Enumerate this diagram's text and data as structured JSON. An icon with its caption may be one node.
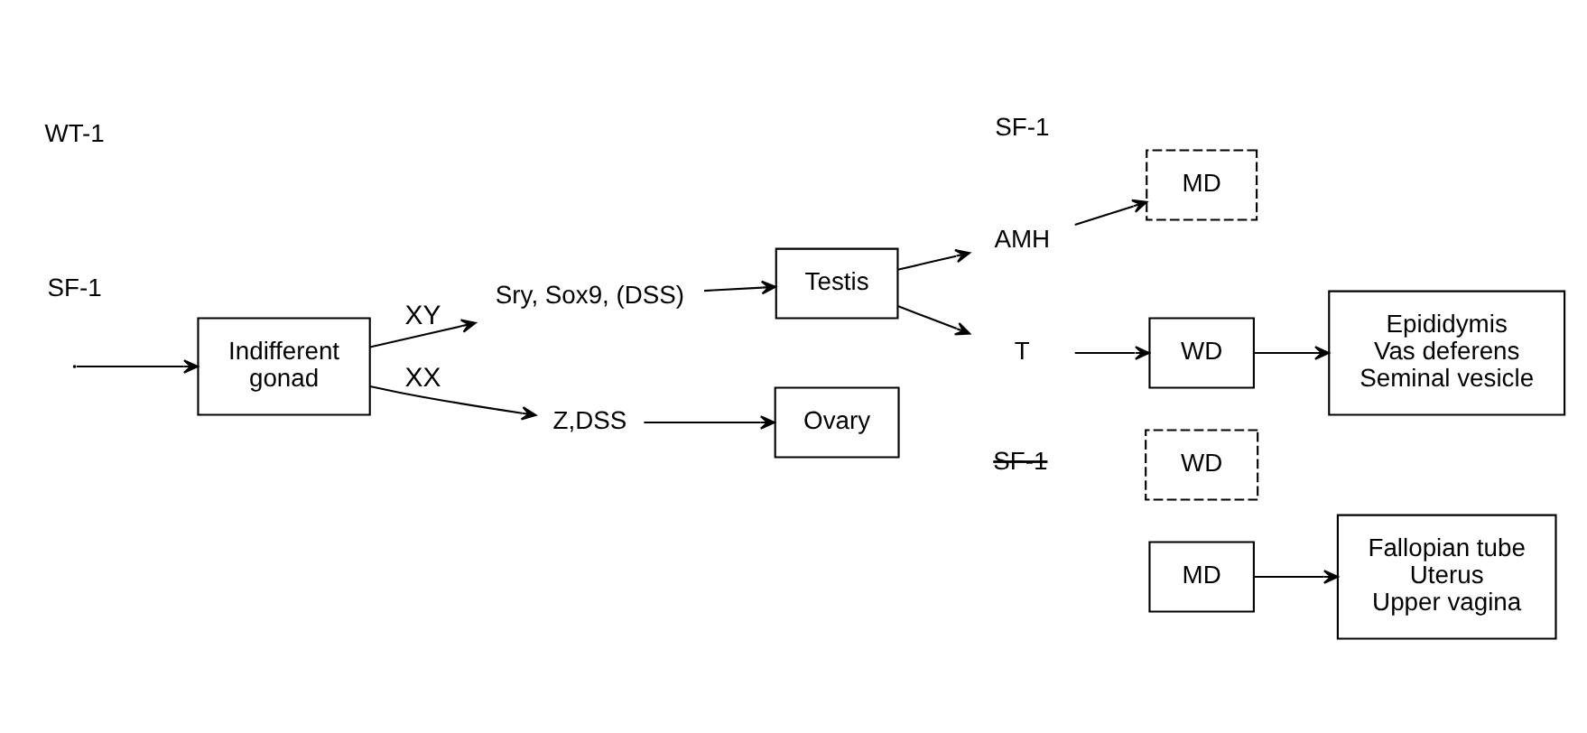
{
  "diagram": {
    "nodes": [
      {
        "text": [
          "Indifferent gonad"
        ]
      },
      {
        "text": [
          "Sry, Sox9, (DSS)"
        ]
      },
      {
        "text": [
          "Testis"
        ]
      },
      {
        "text": [
          "AMH"
        ]
      },
      {
        "text": [
          "MD"
        ]
      },
      {
        "text": [
          "T"
        ]
      },
      {
        "text": [
          "WD"
        ]
      },
      {
        "text": [
          "Epididymis Vas deferens Seminal vesicle"
        ]
      },
      {
        "text": [
          "Z,DSS"
        ]
      },
      {
        "text": [
          "Ovary"
        ]
      },
      {
        "text": [
          "MD"
        ]
      },
      {
        "text": [
          "Fallopian tube Uterus Upper vagina"
        ]
      },
      {
        "text": [
          "WD"
        ]
      }
    ],
    "edges": [
      {
        "from": null,
        "to": 0,
        "arrow": "to"
      },
      {
        "from": 0,
        "to": 1,
        "arrow": "to",
        "label": "XY"
      },
      {
        "from": 0,
        "to": 8,
        "arrow": "to",
        "label": "XX"
      },
      {
        "from": 1,
        "to": 2,
        "arrow": "to"
      },
      {
        "from": 2,
        "to": 3,
        "arrow": "to"
      },
      {
        "from": 2,
        "to": 5,
        "arrow": "to"
      },
      {
        "from": 3,
        "to": 4,
        "arrow": "to"
      },
      {
        "from": 5,
        "to": 6,
        "arrow": "to"
      },
      {
        "from": 6,
        "to": 7,
        "arrow": "to"
      },
      {
        "from": 8,
        "to": 9,
        "arrow": "to"
      },
      {
        "from": 10,
        "to": 11,
        "arrow": "to"
      }
    ],
    "labels": [
      "WT-1",
      "SF-1",
      "SF-1",
      "SF-1"
    ]
  }
}
